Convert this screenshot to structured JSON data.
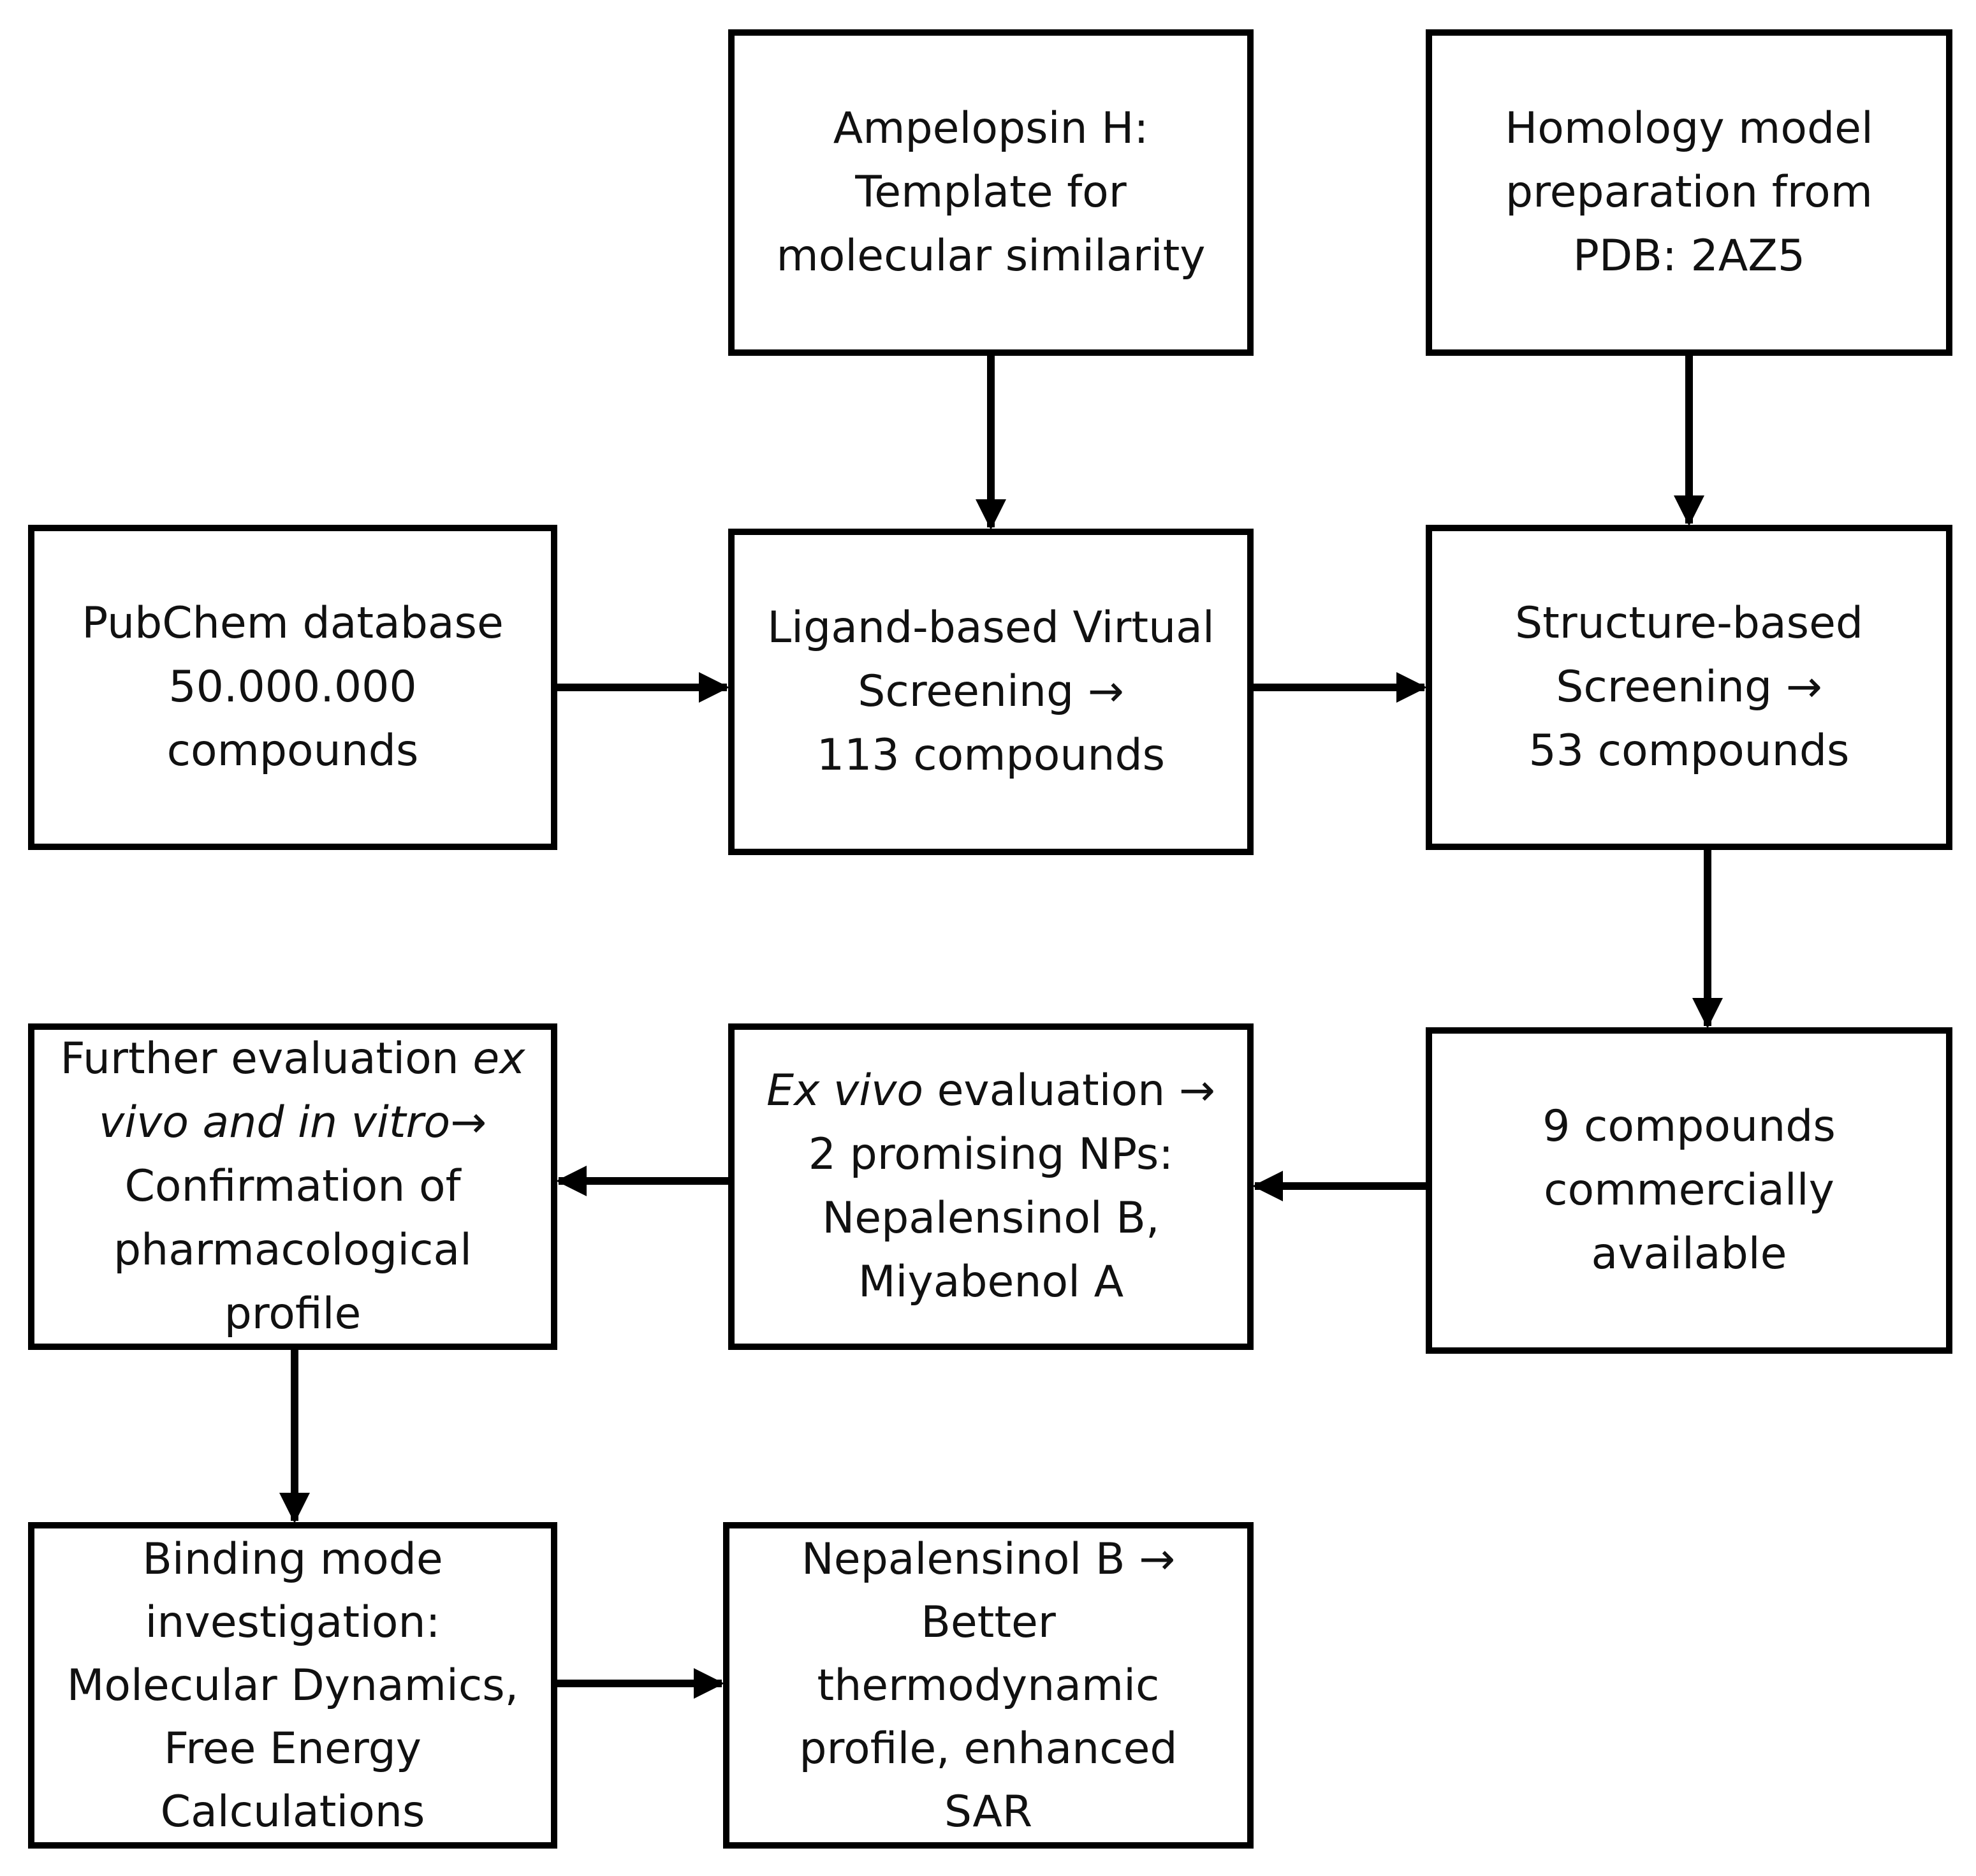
{
  "colors": {
    "border": "#000000",
    "arrow": "#000000",
    "text": "#111111",
    "background": "#ffffff"
  },
  "boxes": {
    "ampelopsin": {
      "lines": [
        "Ampelopsin H:",
        "Template for",
        "molecular similarity"
      ]
    },
    "homology": {
      "lines": [
        "Homology model",
        "preparation from",
        "PDB: 2AZ5"
      ]
    },
    "pubchem": {
      "lines": [
        "PubChem database",
        "50.000.000",
        "compounds"
      ]
    },
    "ligand": {
      "lines": [
        "Ligand-based Virtual",
        "Screening →",
        "113 compounds"
      ]
    },
    "structure": {
      "lines": [
        "Structure-based",
        "Screening →",
        "53 compounds"
      ]
    },
    "commercial": {
      "lines": [
        "9 compounds",
        "commercially",
        "available"
      ]
    },
    "exvivo": {
      "line1_italic": "Ex vivo",
      "line1_rest": " evaluation →",
      "lines": [
        "2 promising NPs:",
        "Nepalensinol B,",
        "Miyabenol A"
      ]
    },
    "further": {
      "line1_plain": "Further evaluation ",
      "line1_italic": "ex",
      "line2_italic": "vivo and in vitro",
      "line2_rest": "→",
      "lines": [
        "Confirmation of",
        "pharmacological",
        "profile"
      ]
    },
    "binding": {
      "lines": [
        "Binding mode",
        "investigation:",
        "Molecular Dynamics,",
        "Free Energy",
        "Calculations"
      ]
    },
    "nepalensinol": {
      "lines": [
        "Nepalensinol B →",
        "Better",
        "thermodynamic",
        "profile, enhanced",
        "SAR"
      ]
    }
  }
}
